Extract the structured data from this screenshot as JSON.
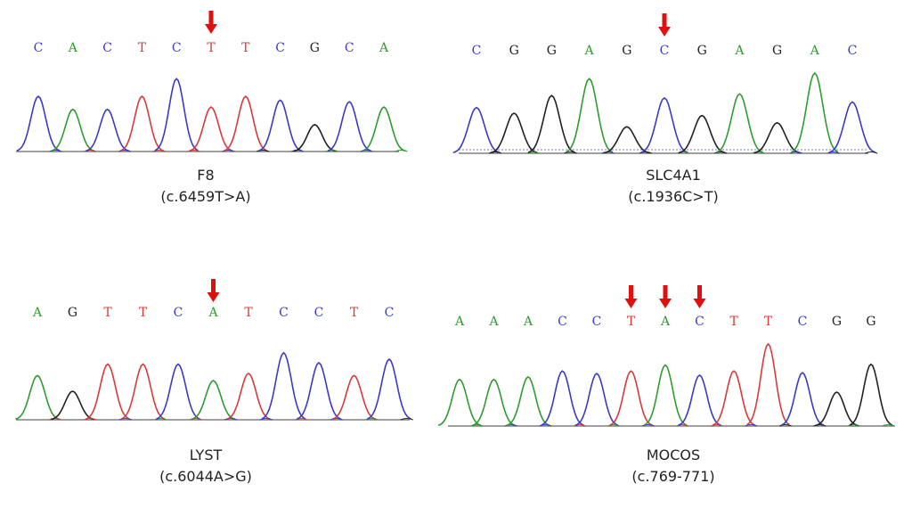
{
  "colors": {
    "A": "#2e9c2e",
    "C": "#3a3ac8",
    "G": "#222222",
    "T": "#d83a3a",
    "arrow": "#e01010"
  },
  "panels": [
    {
      "gene": "F8",
      "mutation": "(c.6459T>A)",
      "bases": [
        "C",
        "A",
        "C",
        "T",
        "C",
        "T",
        "T",
        "C",
        "G",
        "C",
        "A"
      ],
      "marked": [
        5
      ],
      "heights": [
        0.72,
        0.55,
        0.55,
        0.72,
        0.95,
        0.58,
        0.72,
        0.67,
        0.35,
        0.65,
        0.58
      ]
    },
    {
      "gene": "SLC4A1",
      "mutation": "(c.1936C>T)",
      "bases": [
        "C",
        "G",
        "G",
        "A",
        "G",
        "C",
        "G",
        "A",
        "G",
        "A",
        "C"
      ],
      "marked": [
        5
      ],
      "heights": [
        0.57,
        0.5,
        0.72,
        0.93,
        0.33,
        0.69,
        0.47,
        0.74,
        0.38,
        1.0,
        0.64
      ]
    },
    {
      "gene": "LYST",
      "mutation": "(c.6044A>G)",
      "bases": [
        "A",
        "G",
        "T",
        "T",
        "C",
        "A",
        "T",
        "C",
        "C",
        "T",
        "C"
      ],
      "marked": [
        5
      ],
      "heights": [
        0.62,
        0.4,
        0.78,
        0.78,
        0.78,
        0.55,
        0.65,
        0.94,
        0.8,
        0.62,
        0.85
      ]
    },
    {
      "gene": "MOCOS",
      "mutation": "(c.769-771)",
      "bases": [
        "A",
        "A",
        "A",
        "C",
        "C",
        "T",
        "A",
        "C",
        "T",
        "T",
        "C",
        "G",
        "G"
      ],
      "marked": [
        5,
        6,
        7
      ],
      "heights": [
        0.55,
        0.55,
        0.58,
        0.65,
        0.62,
        0.65,
        0.72,
        0.6,
        0.65,
        0.97,
        0.63,
        0.4,
        0.73
      ]
    }
  ]
}
